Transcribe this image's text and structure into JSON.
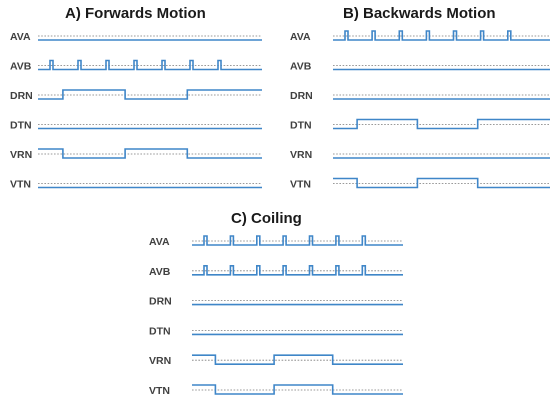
{
  "figure": {
    "colors": {
      "signal": "#3f86c8",
      "reference": "#7a7a7a",
      "label": "#404040",
      "title": "#1a1a1a"
    },
    "panels": [
      {
        "id": "forwards",
        "title": "A) Forwards Motion",
        "traces": [
          {
            "label": "AVA",
            "pattern": "flat_low"
          },
          {
            "label": "AVB",
            "pattern": "pulses",
            "pulse_count": 7
          },
          {
            "label": "DRN",
            "pattern": "square",
            "start_state": "low"
          },
          {
            "label": "DTN",
            "pattern": "flat_low"
          },
          {
            "label": "VRN",
            "pattern": "square",
            "start_state": "high"
          },
          {
            "label": "VTN",
            "pattern": "flat_low"
          }
        ]
      },
      {
        "id": "backwards",
        "title": "B) Backwards Motion",
        "traces": [
          {
            "label": "AVA",
            "pattern": "pulses",
            "pulse_count": 7
          },
          {
            "label": "AVB",
            "pattern": "flat_low"
          },
          {
            "label": "DRN",
            "pattern": "flat_low"
          },
          {
            "label": "DTN",
            "pattern": "square",
            "start_state": "low"
          },
          {
            "label": "VRN",
            "pattern": "flat_low"
          },
          {
            "label": "VTN",
            "pattern": "square",
            "start_state": "high"
          }
        ]
      },
      {
        "id": "coiling",
        "title": "C) Coiling",
        "traces": [
          {
            "label": "AVA",
            "pattern": "pulses",
            "pulse_count": 7
          },
          {
            "label": "AVB",
            "pattern": "pulses",
            "pulse_count": 7
          },
          {
            "label": "DRN",
            "pattern": "flat_low"
          },
          {
            "label": "DTN",
            "pattern": "flat_low"
          },
          {
            "label": "VRN",
            "pattern": "square",
            "start_state": "high"
          },
          {
            "label": "VTN",
            "pattern": "square",
            "start_state": "high"
          }
        ]
      }
    ]
  }
}
